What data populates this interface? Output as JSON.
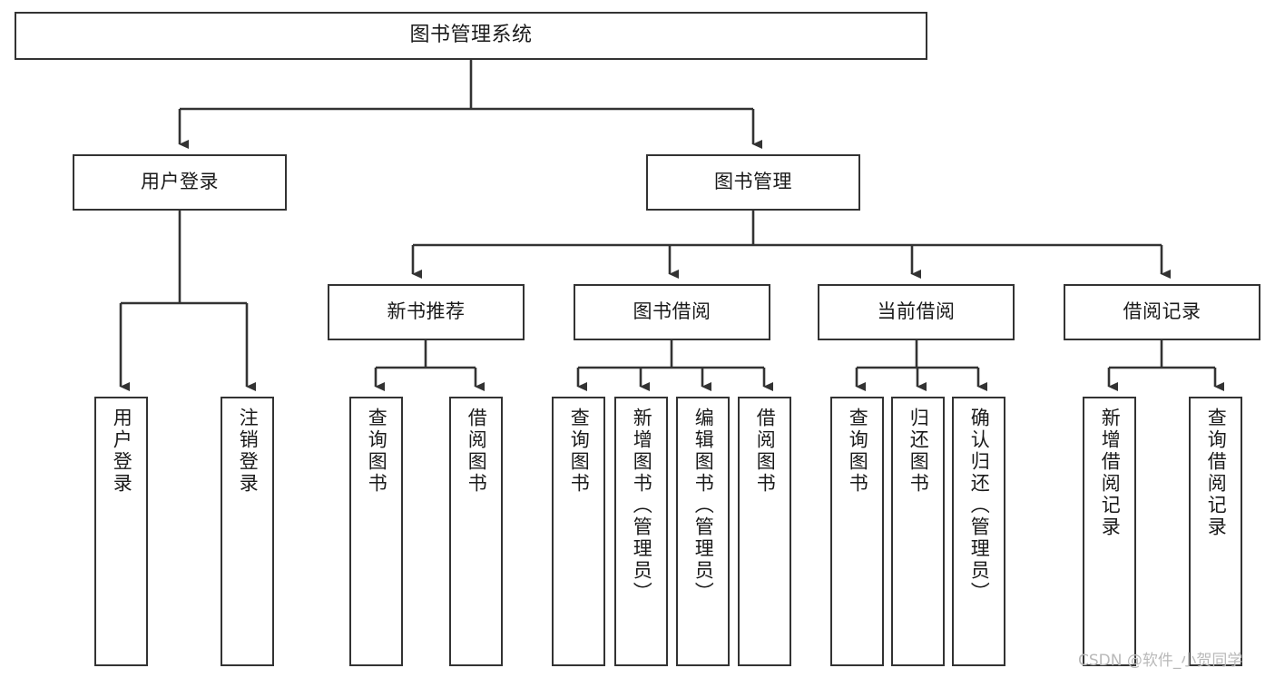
{
  "diagram": {
    "title": "图书管理系统",
    "type": "functional-structure-tree",
    "orientation": "top-down",
    "edge_color": "#333333",
    "node_border_color": "#333333",
    "node_fill_color": "#ffffff",
    "text_color": "#1a1a1a",
    "background_color": "#ffffff"
  },
  "nodes": {
    "root": {
      "label": "图书管理系统"
    },
    "level2": [
      {
        "id": "user-login",
        "label": "用户登录"
      },
      {
        "id": "book-manage",
        "label": "图书管理"
      }
    ],
    "level3": [
      {
        "id": "new-book-recommend",
        "label": "新书推荐"
      },
      {
        "id": "book-borrow",
        "label": "图书借阅"
      },
      {
        "id": "current-borrow",
        "label": "当前借阅"
      },
      {
        "id": "borrow-record",
        "label": "借阅记录"
      }
    ],
    "leaves": {
      "user_login": [
        {
          "id": "leaf-user-login",
          "label": "用户登录"
        },
        {
          "id": "leaf-logout-login",
          "label": "注销登录"
        }
      ],
      "new_book_recommend": [
        {
          "id": "leaf-query-book-1",
          "label": "查询图书"
        },
        {
          "id": "leaf-borrow-book-1",
          "label": "借阅图书"
        }
      ],
      "book_borrow": [
        {
          "id": "leaf-query-book-2",
          "label": "查询图书"
        },
        {
          "id": "leaf-add-book",
          "label": "新增图书（管理员）"
        },
        {
          "id": "leaf-edit-book",
          "label": "编辑图书（管理员）"
        },
        {
          "id": "leaf-borrow-book-2",
          "label": "借阅图书"
        }
      ],
      "current_borrow": [
        {
          "id": "leaf-query-book-3",
          "label": "查询图书"
        },
        {
          "id": "leaf-return-book",
          "label": "归还图书"
        },
        {
          "id": "leaf-confirm-return",
          "label": "确认归还（管理员）"
        }
      ],
      "borrow_record": [
        {
          "id": "leaf-add-record",
          "label": "新增借阅记录"
        },
        {
          "id": "leaf-query-record",
          "label": "查询借阅记录"
        }
      ]
    }
  },
  "watermark": {
    "text": "CSDN @软件_小贺同学"
  }
}
